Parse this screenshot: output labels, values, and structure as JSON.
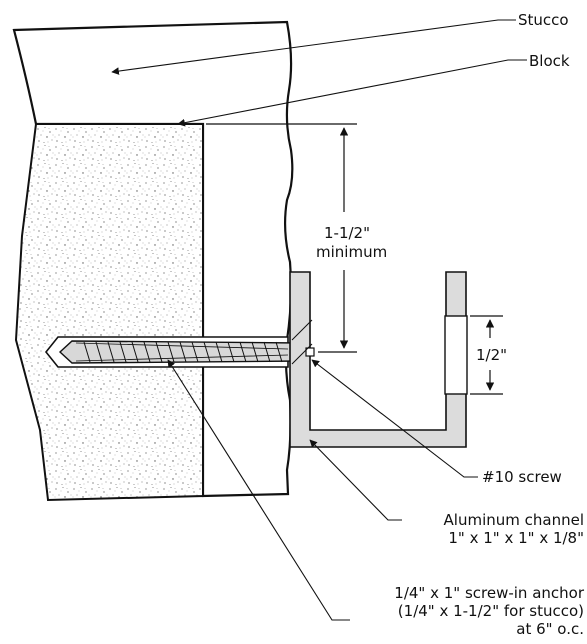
{
  "labels": {
    "stucco": "Stucco",
    "block": "Block",
    "minimum_value": "1-1/2\"",
    "minimum_word": "minimum",
    "half_inch": "1/2\"",
    "screw": "#10 screw",
    "channel_line1": "Aluminum channel",
    "channel_line2": "1\" x 1\" x 1\" x 1/8\"",
    "anchor_line1": "1/4\" x 1\" screw-in anchor",
    "anchor_line2": "(1/4\" x 1-1/2\" for stucco)",
    "anchor_line3": "at 6\" o.c."
  },
  "colors": {
    "outline": "#111111",
    "aluminum": "#dcdcdc",
    "block_speckle": "#555555"
  }
}
